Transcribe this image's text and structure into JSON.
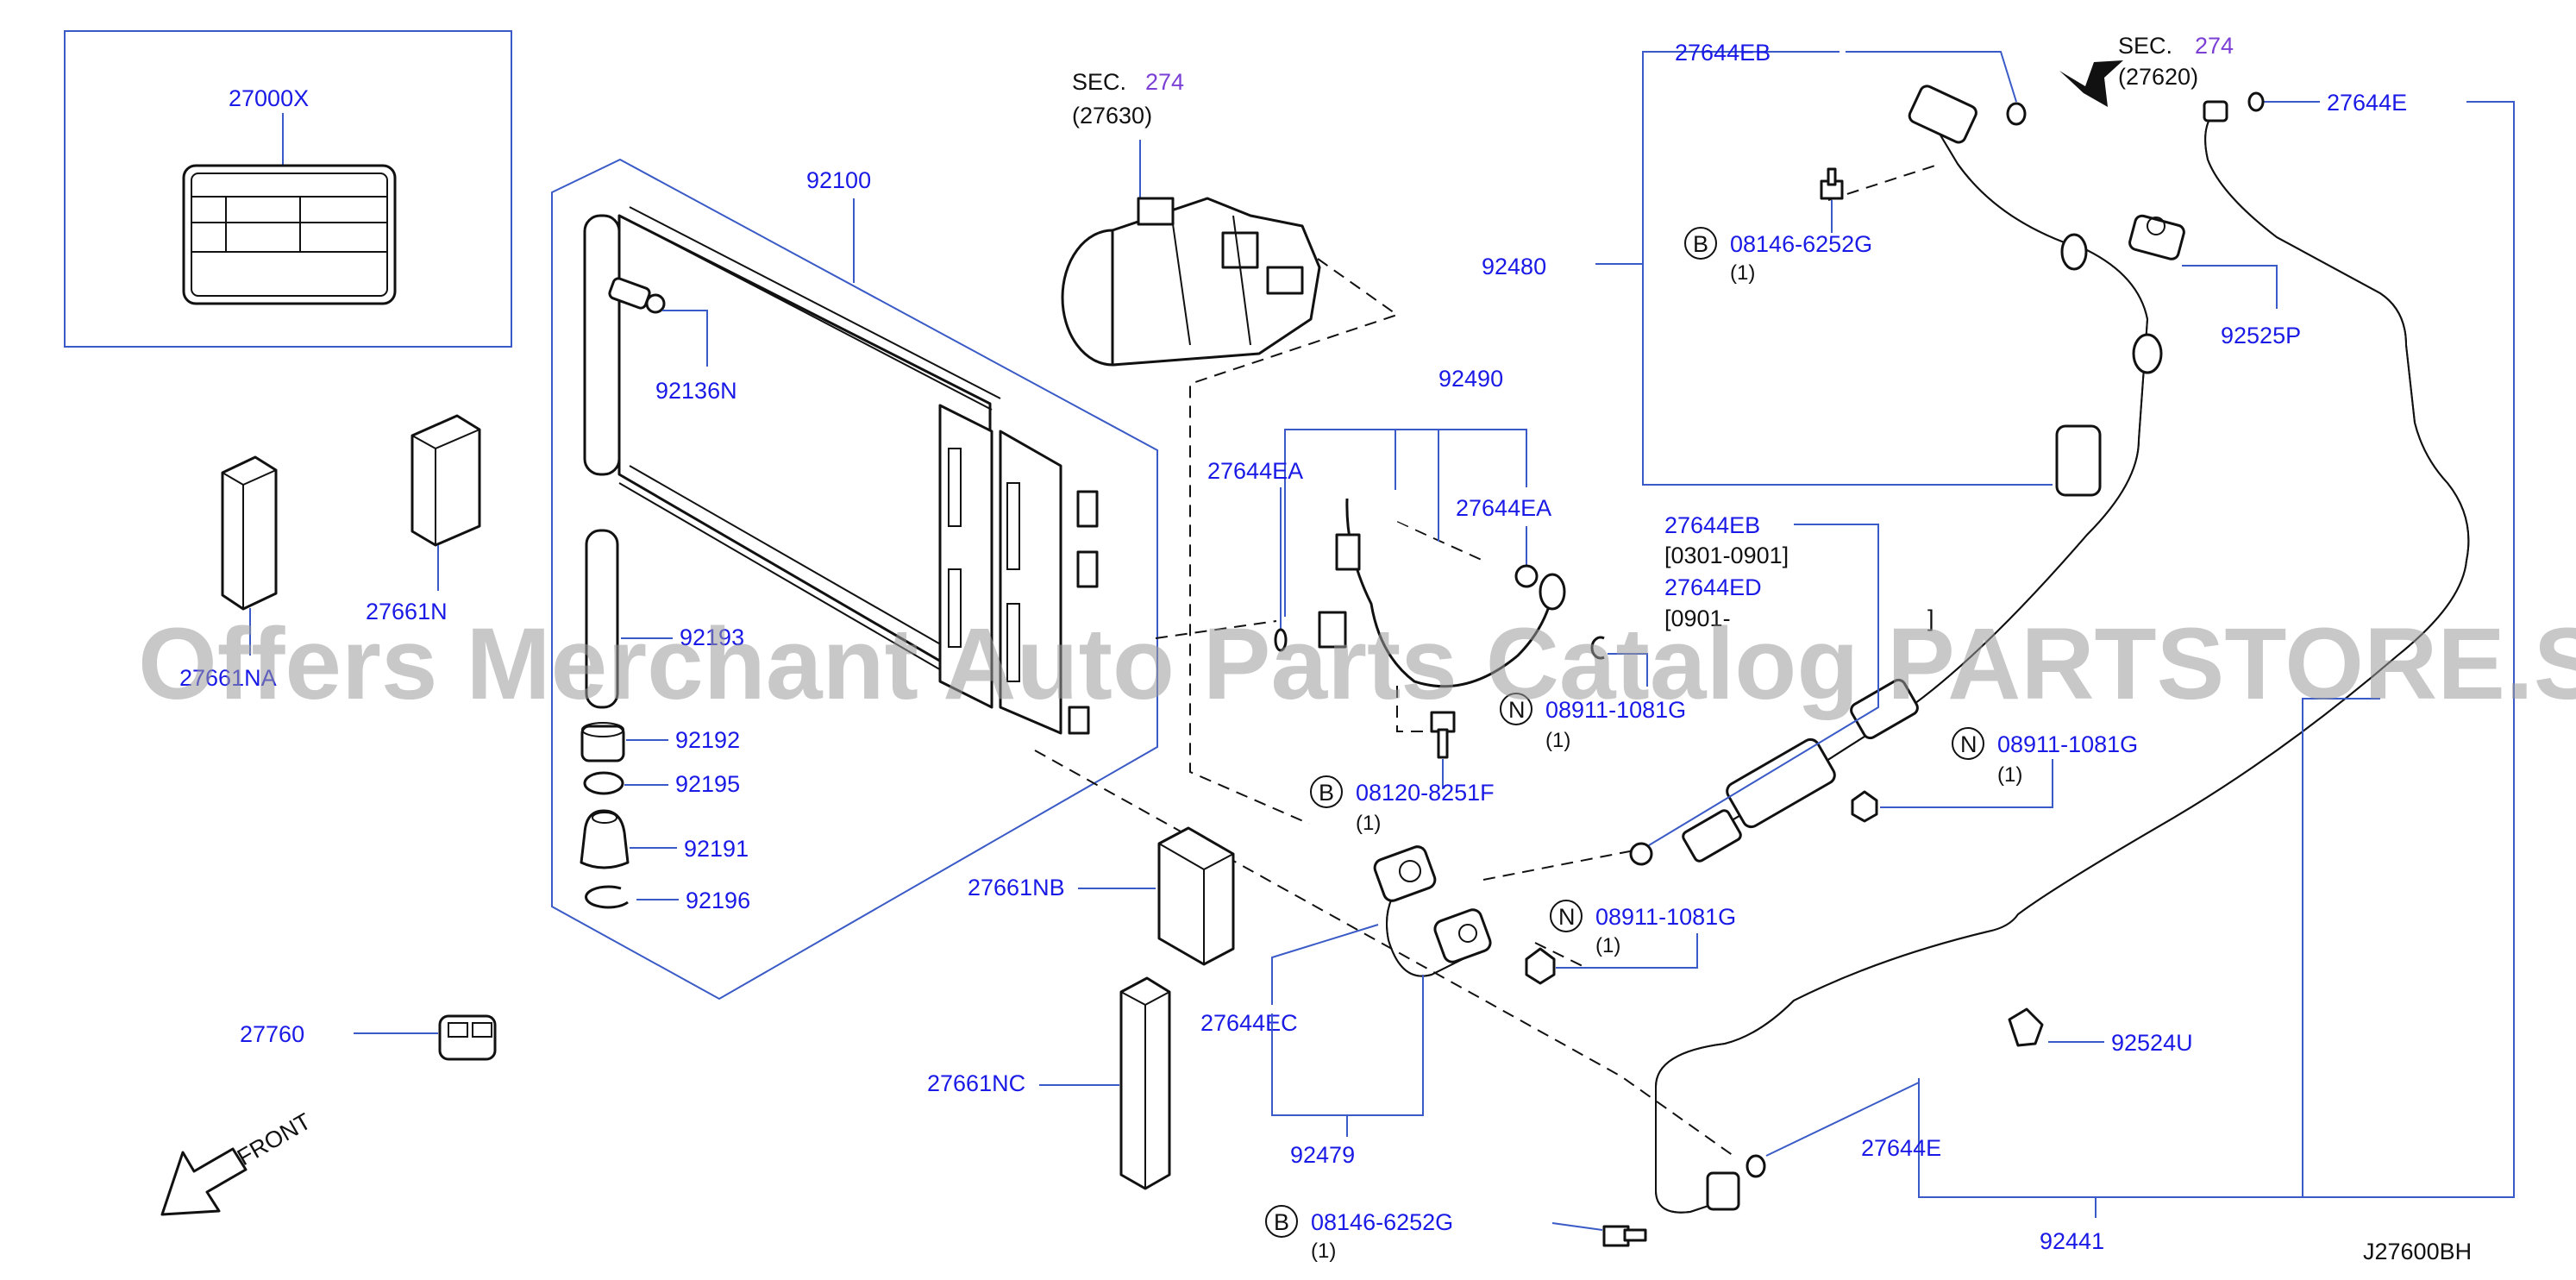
{
  "parts": {
    "p27000X": "27000X",
    "p92100": "92100",
    "p92136N": "92136N",
    "p27661N": "27661N",
    "p27661NA": "27661NA",
    "p92193": "92193",
    "p92192": "92192",
    "p92195": "92195",
    "p92191": "92191",
    "p92196": "92196",
    "p27760": "27760",
    "p27661NB": "27661NB",
    "p27661NC": "27661NC",
    "p92490": "92490",
    "p27644EA_left": "27644EA",
    "p27644EA_right": "27644EA",
    "p92480": "92480",
    "p27644EB_top": "27644EB",
    "p27644EB_mid": "27644EB",
    "p27644ED": "27644ED",
    "p27644E_top": "27644E",
    "p27644E_bottom": "27644E",
    "p92525P": "92525P",
    "p27644EC": "27644EC",
    "p92479": "92479",
    "p92441": "92441",
    "p92524U": "92524U"
  },
  "fasteners": {
    "b1": {
      "marker": "B",
      "code": "08146-6252G",
      "qty": "(1)"
    },
    "b2": {
      "marker": "B",
      "code": "08120-8251F",
      "qty": "(1)"
    },
    "b3": {
      "marker": "B",
      "code": "08146-6252G",
      "qty": "(1)"
    },
    "n1": {
      "marker": "N",
      "code": "08911-1081G",
      "qty": "(1)"
    },
    "n2": {
      "marker": "N",
      "code": "08911-1081G",
      "qty": "(1)"
    },
    "n3": {
      "marker": "N",
      "code": "08911-1081G",
      "qty": "(1)"
    }
  },
  "date_ranges": {
    "eb": "[0301-0901]",
    "ed": "[0901-"
  },
  "sections": {
    "compressor": {
      "prefix": "SEC.",
      "number": "274",
      "ref": "(27630)"
    },
    "evaporator": {
      "prefix": "SEC.",
      "number": "274",
      "ref": "(27620)"
    }
  },
  "front_label": "FRONT",
  "diagram_code": "J27600BH",
  "watermark": "Offers Merchant Auto Parts Catalog PARTSTORE.SA",
  "colors": {
    "label": "#1a1ae6",
    "leader": "#3a5bc7",
    "section_number": "#7b3fd6",
    "line_art": "#111111"
  }
}
